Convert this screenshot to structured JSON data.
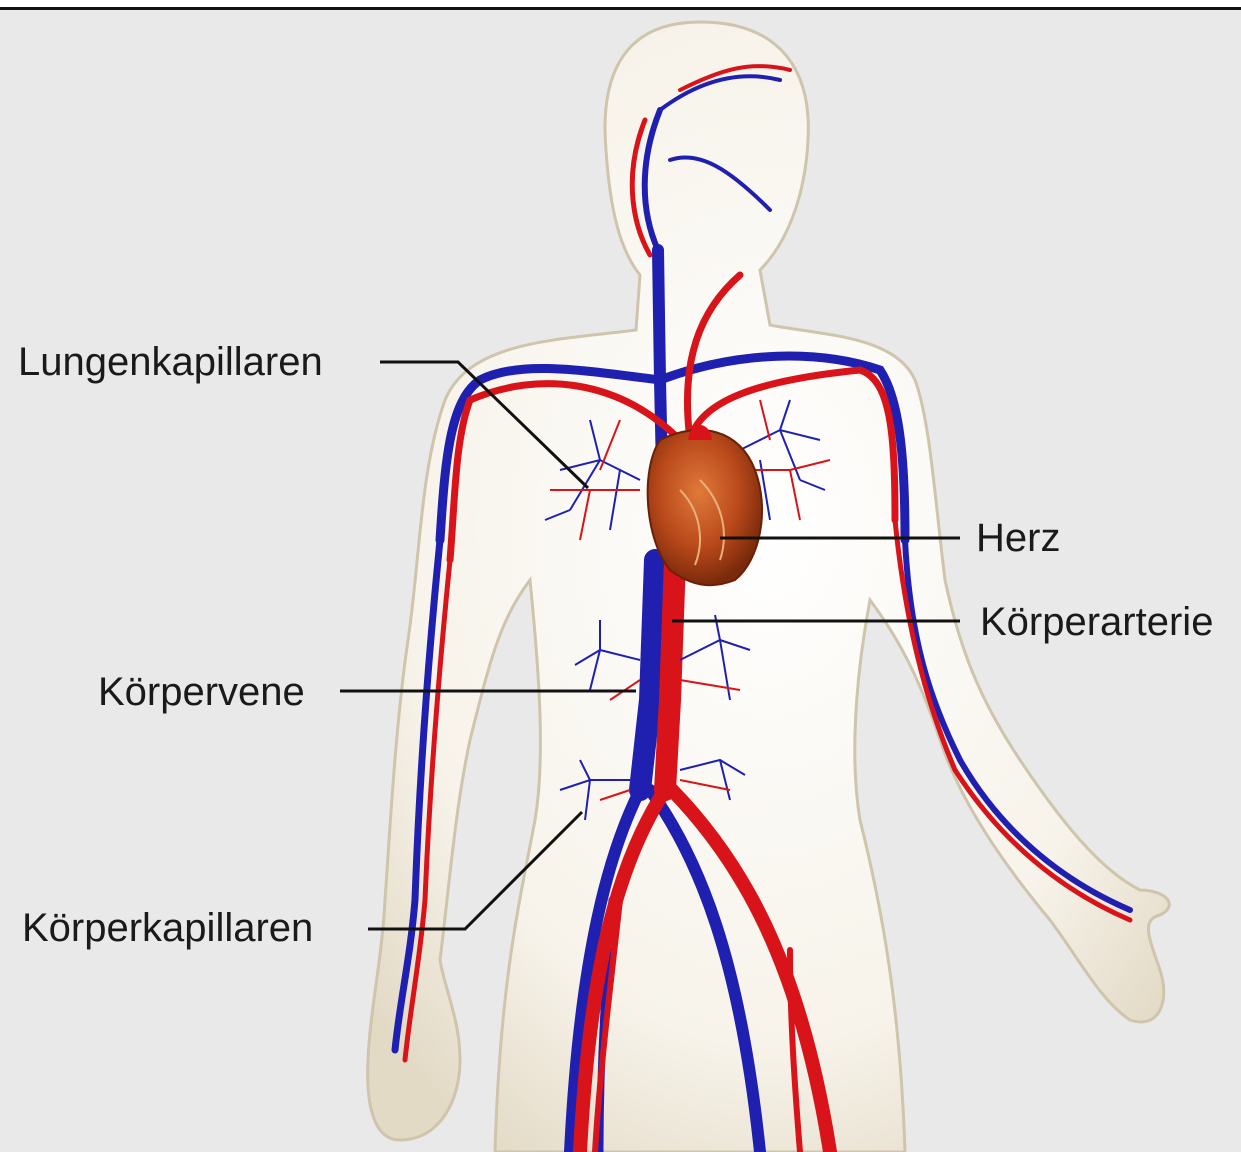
{
  "diagram": {
    "labels": {
      "lungenkapillaren": "Lungenkapillaren",
      "herz": "Herz",
      "koerperarterie": "Körperarterie",
      "koerpervene": "Körpervene",
      "koerperkapillaren": "Körperkapillaren"
    },
    "colors": {
      "artery": "#d8141a",
      "vein": "#2020b0",
      "body": "#f6f1e6",
      "heart": "#b84a18",
      "background": "#e9e9e9"
    }
  }
}
